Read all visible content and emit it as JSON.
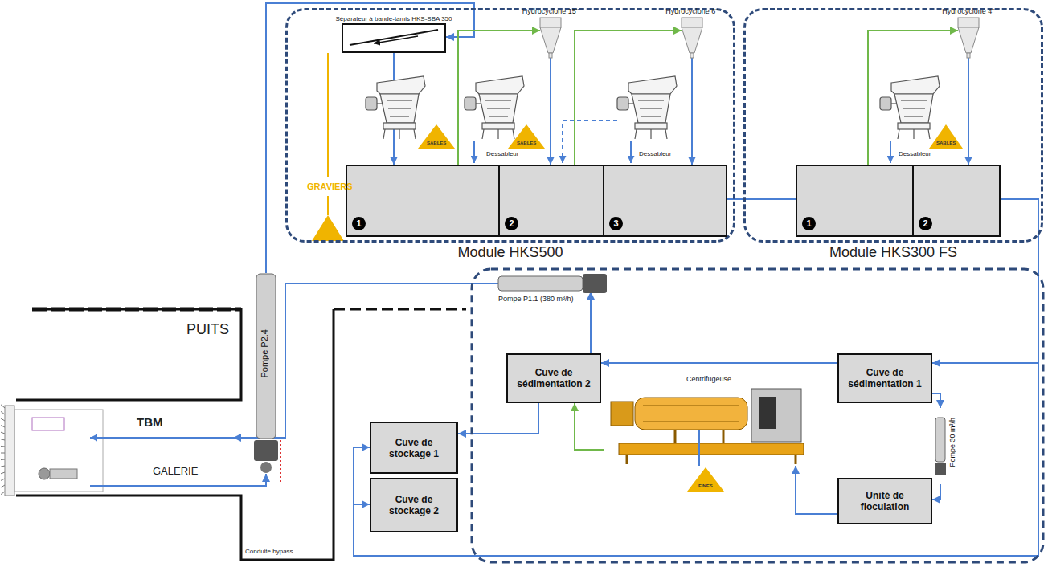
{
  "diagram": {
    "nodes": [
      {
        "text": [
          "Module HKS500"
        ]
      },
      {
        "text": [
          "Séparateur à bande-tamis HKS-SBA 350"
        ],
        "in": 0
      },
      {
        "text": [
          "Hydrocyclone 15''"
        ],
        "in": 0
      },
      {
        "text": [
          "Hydrocyclone 6''"
        ],
        "in": 0
      },
      {
        "text": [
          "1"
        ],
        "in": 0
      },
      {
        "text": [
          "2"
        ],
        "in": 0
      },
      {
        "text": [
          "3"
        ],
        "in": 0
      },
      {
        "text": [
          "Module HKS300 FS"
        ]
      },
      {
        "text": [
          "Hydrocyclone 4''"
        ],
        "in": 7
      },
      {
        "text": [
          "1"
        ],
        "in": 7
      },
      {
        "text": [
          "2"
        ],
        "in": 7
      },
      {
        "text": [
          "Pompe P1.1 (380 m³/h)"
        ]
      },
      {
        "text": [
          "Cuve de sédimentation 2"
        ]
      },
      {
        "text": [
          "Cuve de sédimentation 1"
        ]
      },
      {
        "text": [
          "Centrifugeuse"
        ]
      },
      {
        "text": [
          "Unité de floculation"
        ]
      },
      {
        "text": [
          "Pompe 30 m³/h"
        ]
      },
      {
        "text": [
          "Cuve de stockage 1"
        ]
      },
      {
        "text": [
          "Cuve de stockage 2"
        ]
      },
      {
        "text": [
          "Pompe P2.4"
        ]
      },
      {
        "text": [
          "TBM"
        ]
      }
    ],
    "edges": [
      {
        "from": 19,
        "to": 1,
        "arrow": "to"
      },
      {
        "from": 1,
        "to": 4,
        "arrow": "to"
      },
      {
        "from": 4,
        "to": 2,
        "arrow": "to"
      },
      {
        "from": 2,
        "to": 5,
        "arrow": "to"
      },
      {
        "from": 5,
        "to": 3,
        "arrow": "to"
      },
      {
        "from": 3,
        "to": 6,
        "arrow": "to"
      },
      {
        "from": 6,
        "to": 9,
        "arrow": "none"
      },
      {
        "from": 9,
        "to": 8,
        "arrow": "to"
      },
      {
        "from": 8,
        "to": 10,
        "arrow": "to"
      },
      {
        "from": 10,
        "to": 13,
        "arrow": "to"
      },
      {
        "from": 10,
        "to": 17,
        "arrow": "to"
      },
      {
        "from": 10,
        "to": 18,
        "arrow": "to"
      },
      {
        "from": 13,
        "to": 12,
        "arrow": "to"
      },
      {
        "from": 13,
        "to": 16,
        "arrow": "to"
      },
      {
        "from": 16,
        "to": 15,
        "arrow": "to"
      },
      {
        "from": 15,
        "to": 14,
        "arrow": "to"
      },
      {
        "from": 14,
        "to": 12,
        "arrow": "to"
      },
      {
        "from": 12,
        "to": 11,
        "arrow": "to"
      },
      {
        "from": 12,
        "to": 17,
        "arrow": "to"
      },
      {
        "from": 11,
        "to": 20,
        "arrow": "to"
      },
      {
        "from": 20,
        "to": 19,
        "arrow": "to"
      }
    ],
    "labels": [
      "GRAVIERS",
      "SABLES",
      "SABLES",
      "Dessableur",
      "Dessableur",
      "SABLES",
      "Dessableur",
      "FINES",
      "PUITS",
      "GALERIE",
      "Conduite bypass"
    ]
  }
}
